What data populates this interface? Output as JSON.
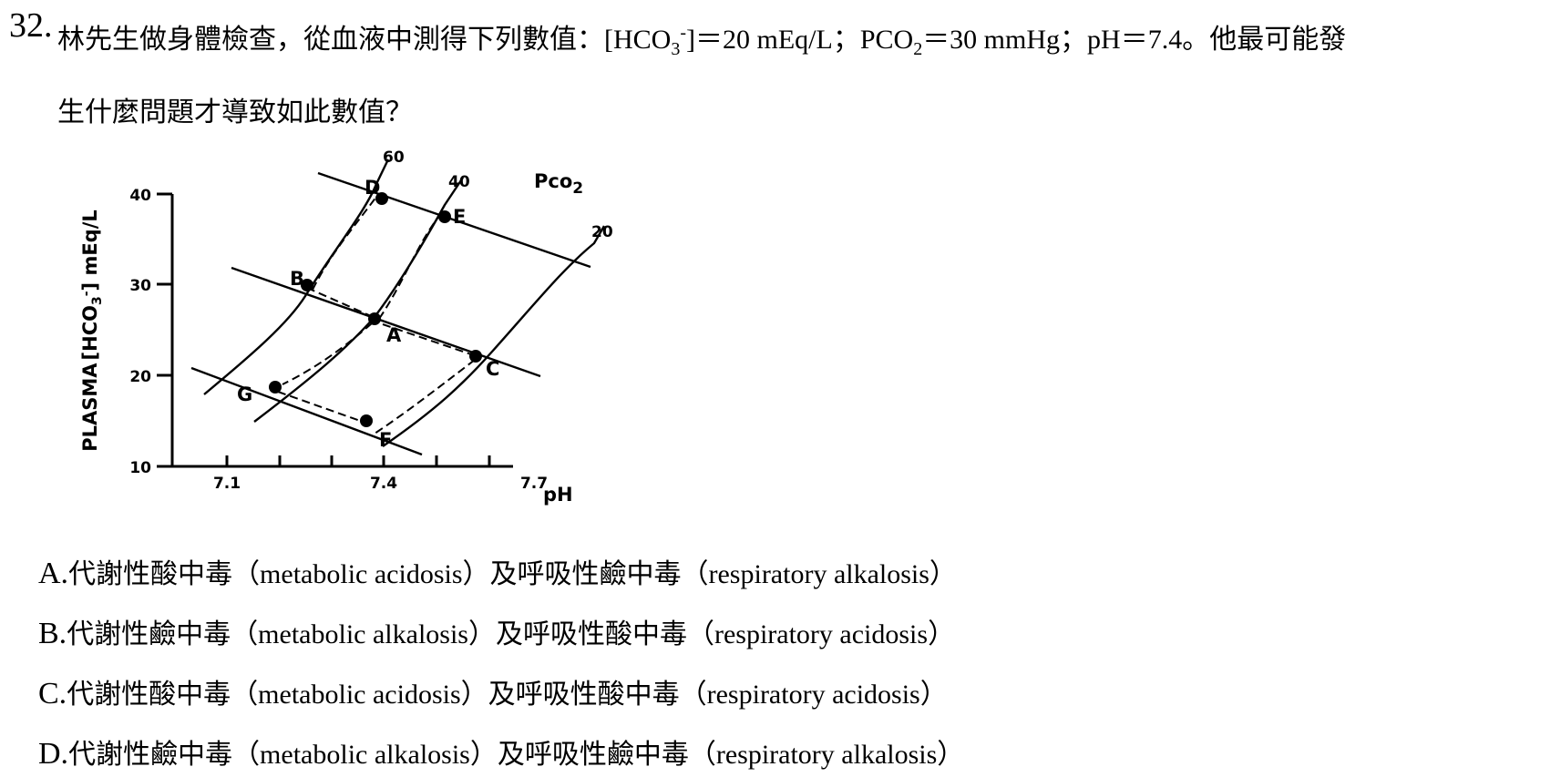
{
  "question": {
    "number": "32.",
    "stem_line1_a": "林先生做身體檢查，從血液中測得下列數值：",
    "hco3_open": "[HCO",
    "hco3_sub": "3",
    "hco3_sup": "-",
    "hco3_close": "]＝20 mEq/L；",
    "pco2_pre": "PCO",
    "pco2_sub": "2",
    "pco2_post": "＝30 mmHg；",
    "ph_text": "pH＝7.4",
    "stem_line1_b": "。他最可能發",
    "stem_line2": "生什麼問題才導致如此數值？"
  },
  "figure": {
    "ylabel_a": "PLASMA",
    "ylabel_b": "[HCO",
    "ylabel_sub": "3",
    "ylabel_sup": "-",
    "ylabel_c": "] mEq/L",
    "y_ticks": [
      "10",
      "20",
      "30",
      "40"
    ],
    "x_ticks": [
      "7.1",
      "7.4",
      "7.7"
    ],
    "xlabel": "pH",
    "pco2_title": "Pco",
    "pco2_title_sub": "2",
    "isobar_labels": [
      "60",
      "40",
      "20"
    ],
    "points": [
      "A",
      "B",
      "C",
      "D",
      "E",
      "F",
      "G"
    ]
  },
  "options": [
    {
      "letter": "A.",
      "zh1": "代謝性酸中毒",
      "en1": "（metabolic acidosis）",
      "mid": "及呼吸性鹼中毒",
      "en2": "（respiratory alkalosis）"
    },
    {
      "letter": "B.",
      "zh1": "代謝性鹼中毒",
      "en1": "（metabolic alkalosis）",
      "mid": "及呼吸性酸中毒",
      "en2": "（respiratory acidosis）"
    },
    {
      "letter": "C.",
      "zh1": "代謝性酸中毒",
      "en1": "（metabolic acidosis）",
      "mid": "及呼吸性酸中毒",
      "en2": "（respiratory acidosis）"
    },
    {
      "letter": "D.",
      "zh1": "代謝性鹼中毒",
      "en1": "（metabolic alkalosis）",
      "mid": "及呼吸性鹼中毒",
      "en2": "（respiratory alkalosis）"
    }
  ]
}
